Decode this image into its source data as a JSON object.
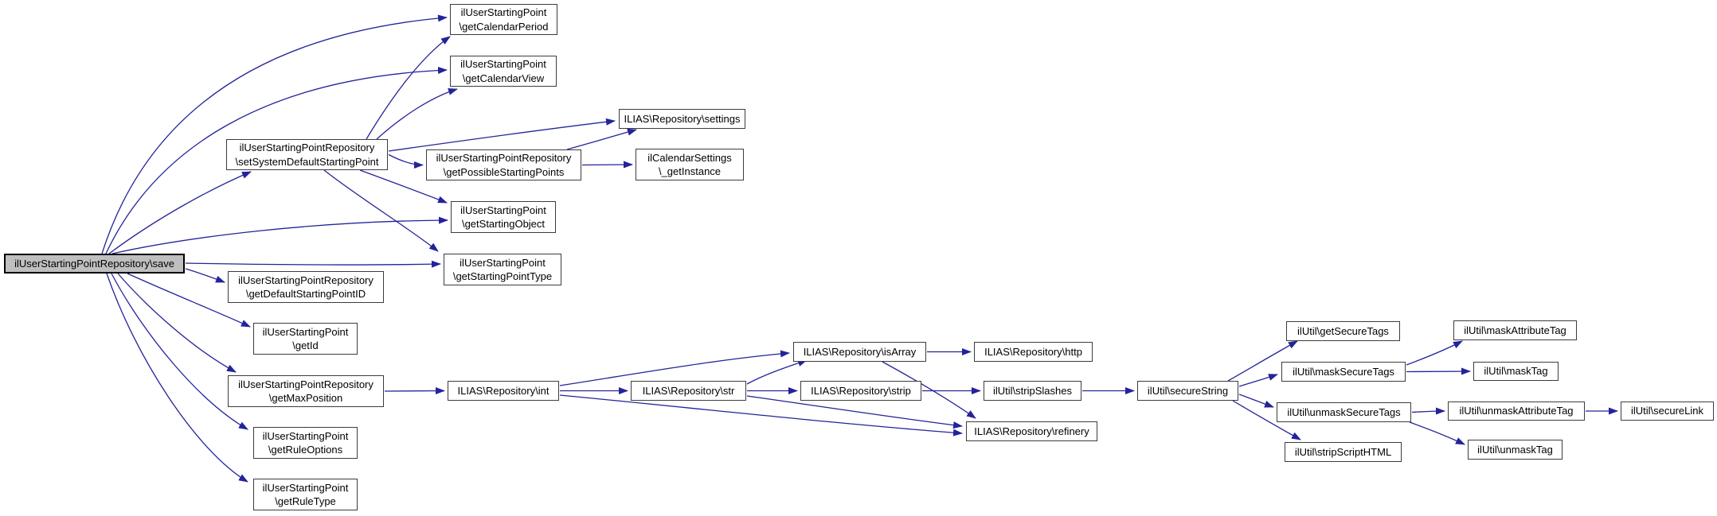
{
  "diagram": {
    "kind": "doxygen-call-graph",
    "colors": {
      "background": "#ffffff",
      "edge": "#23239a",
      "node_border": "#3c3c3c",
      "node_fill": "#ffffff",
      "highlight_fill": "#bfbfbf",
      "highlight_border": "#000000",
      "text": "#000000"
    },
    "nodes": [
      {
        "id": "save",
        "label": [
          "ilUserStartingPointRepository\\save"
        ],
        "highlighted": true
      },
      {
        "id": "calendar-period",
        "label": [
          "ilUserStartingPoint",
          "\\getCalendarPeriod"
        ]
      },
      {
        "id": "calendar-view",
        "label": [
          "ilUserStartingPoint",
          "\\getCalendarView"
        ]
      },
      {
        "id": "set-system-default-starting-point",
        "label": [
          "ilUserStartingPointRepository",
          "\\setSystemDefaultStartingPoint"
        ]
      },
      {
        "id": "settings",
        "label": [
          "ILIAS\\Repository\\settings"
        ]
      },
      {
        "id": "possible-starting-points",
        "label": [
          "ilUserStartingPointRepository",
          "\\getPossibleStartingPoints"
        ]
      },
      {
        "id": "calendar-settings-get-instance",
        "label": [
          "ilCalendarSettings",
          "\\_getInstance"
        ]
      },
      {
        "id": "starting-object",
        "label": [
          "ilUserStartingPoint",
          "\\getStartingObject"
        ]
      },
      {
        "id": "starting-point-type",
        "label": [
          "ilUserStartingPoint",
          "\\getStartingPointType"
        ]
      },
      {
        "id": "default-starting-point-id",
        "label": [
          "ilUserStartingPointRepository",
          "\\getDefaultStartingPointID"
        ]
      },
      {
        "id": "get-id",
        "label": [
          "ilUserStartingPoint",
          "\\getId"
        ]
      },
      {
        "id": "max-position",
        "label": [
          "ilUserStartingPointRepository",
          "\\getMaxPosition"
        ]
      },
      {
        "id": "rule-options",
        "label": [
          "ilUserStartingPoint",
          "\\getRuleOptions"
        ]
      },
      {
        "id": "rule-type",
        "label": [
          "ilUserStartingPoint",
          "\\getRuleType"
        ]
      },
      {
        "id": "repo-int",
        "label": [
          "ILIAS\\Repository\\int"
        ]
      },
      {
        "id": "repo-str",
        "label": [
          "ILIAS\\Repository\\str"
        ]
      },
      {
        "id": "is-array",
        "label": [
          "ILIAS\\Repository\\isArray"
        ]
      },
      {
        "id": "strip",
        "label": [
          "ILIAS\\Repository\\strip"
        ]
      },
      {
        "id": "http",
        "label": [
          "ILIAS\\Repository\\http"
        ]
      },
      {
        "id": "strip-slashes",
        "label": [
          "ilUtil\\stripSlashes"
        ]
      },
      {
        "id": "refinery",
        "label": [
          "ILIAS\\Repository\\refinery"
        ]
      },
      {
        "id": "secure-string",
        "label": [
          "ilUtil\\secureString"
        ]
      },
      {
        "id": "get-secure-tags",
        "label": [
          "ilUtil\\getSecureTags"
        ]
      },
      {
        "id": "mask-secure-tags",
        "label": [
          "ilUtil\\maskSecureTags"
        ]
      },
      {
        "id": "unmask-secure-tags",
        "label": [
          "ilUtil\\unmaskSecureTags"
        ]
      },
      {
        "id": "strip-script-html",
        "label": [
          "ilUtil\\stripScriptHTML"
        ]
      },
      {
        "id": "mask-attribute-tag",
        "label": [
          "ilUtil\\maskAttributeTag"
        ]
      },
      {
        "id": "mask-tag",
        "label": [
          "ilUtil\\maskTag"
        ]
      },
      {
        "id": "unmask-attribute-tag",
        "label": [
          "ilUtil\\unmaskAttributeTag"
        ]
      },
      {
        "id": "unmask-tag",
        "label": [
          "ilUtil\\unmaskTag"
        ]
      },
      {
        "id": "secure-link",
        "label": [
          "ilUtil\\secureLink"
        ]
      }
    ],
    "edges": [
      {
        "from": "save",
        "to": "calendar-period"
      },
      {
        "from": "save",
        "to": "calendar-view"
      },
      {
        "from": "save",
        "to": "set-system-default-starting-point"
      },
      {
        "from": "save",
        "to": "starting-object"
      },
      {
        "from": "save",
        "to": "starting-point-type"
      },
      {
        "from": "save",
        "to": "default-starting-point-id"
      },
      {
        "from": "save",
        "to": "get-id"
      },
      {
        "from": "save",
        "to": "max-position"
      },
      {
        "from": "save",
        "to": "rule-options"
      },
      {
        "from": "save",
        "to": "rule-type"
      },
      {
        "from": "set-system-default-starting-point",
        "to": "calendar-period"
      },
      {
        "from": "set-system-default-starting-point",
        "to": "calendar-view"
      },
      {
        "from": "set-system-default-starting-point",
        "to": "settings"
      },
      {
        "from": "set-system-default-starting-point",
        "to": "possible-starting-points"
      },
      {
        "from": "set-system-default-starting-point",
        "to": "starting-object"
      },
      {
        "from": "set-system-default-starting-point",
        "to": "starting-point-type"
      },
      {
        "from": "possible-starting-points",
        "to": "settings"
      },
      {
        "from": "possible-starting-points",
        "to": "calendar-settings-get-instance"
      },
      {
        "from": "max-position",
        "to": "repo-int"
      },
      {
        "from": "repo-int",
        "to": "repo-str"
      },
      {
        "from": "repo-int",
        "to": "is-array"
      },
      {
        "from": "repo-int",
        "to": "refinery"
      },
      {
        "from": "repo-str",
        "to": "is-array"
      },
      {
        "from": "repo-str",
        "to": "strip"
      },
      {
        "from": "repo-str",
        "to": "refinery"
      },
      {
        "from": "is-array",
        "to": "http"
      },
      {
        "from": "is-array",
        "to": "refinery"
      },
      {
        "from": "strip",
        "to": "strip-slashes"
      },
      {
        "from": "strip-slashes",
        "to": "secure-string"
      },
      {
        "from": "secure-string",
        "to": "get-secure-tags"
      },
      {
        "from": "secure-string",
        "to": "mask-secure-tags"
      },
      {
        "from": "secure-string",
        "to": "unmask-secure-tags"
      },
      {
        "from": "secure-string",
        "to": "strip-script-html"
      },
      {
        "from": "mask-secure-tags",
        "to": "mask-attribute-tag"
      },
      {
        "from": "mask-secure-tags",
        "to": "mask-tag"
      },
      {
        "from": "unmask-secure-tags",
        "to": "unmask-attribute-tag"
      },
      {
        "from": "unmask-secure-tags",
        "to": "unmask-tag"
      },
      {
        "from": "unmask-attribute-tag",
        "to": "secure-link"
      }
    ]
  }
}
